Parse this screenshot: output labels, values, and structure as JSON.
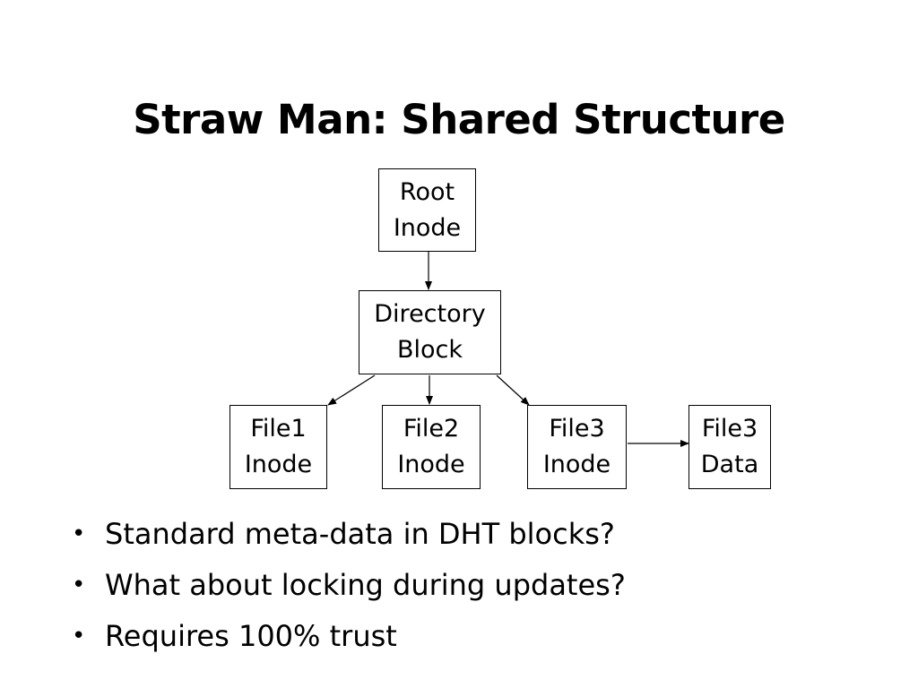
{
  "slide": {
    "title": "Straw Man: Shared Structure"
  },
  "diagram": {
    "nodes": {
      "root_inode": [
        "Root",
        "Inode"
      ],
      "directory_block": [
        "Directory",
        "Block"
      ],
      "file1_inode": [
        "File1",
        "Inode"
      ],
      "file2_inode": [
        "File2",
        "Inode"
      ],
      "file3_inode": [
        "File3",
        "Inode"
      ],
      "file3_data": [
        "File3",
        "Data"
      ]
    },
    "edges": [
      {
        "from": "root_inode",
        "to": "directory_block"
      },
      {
        "from": "directory_block",
        "to": "file1_inode"
      },
      {
        "from": "directory_block",
        "to": "file2_inode"
      },
      {
        "from": "directory_block",
        "to": "file3_inode"
      },
      {
        "from": "file3_inode",
        "to": "file3_data"
      }
    ]
  },
  "bullets": [
    "Standard meta-data in DHT blocks?",
    "What about locking during updates?",
    "Requires 100% trust"
  ],
  "bullet_glyph": "•"
}
